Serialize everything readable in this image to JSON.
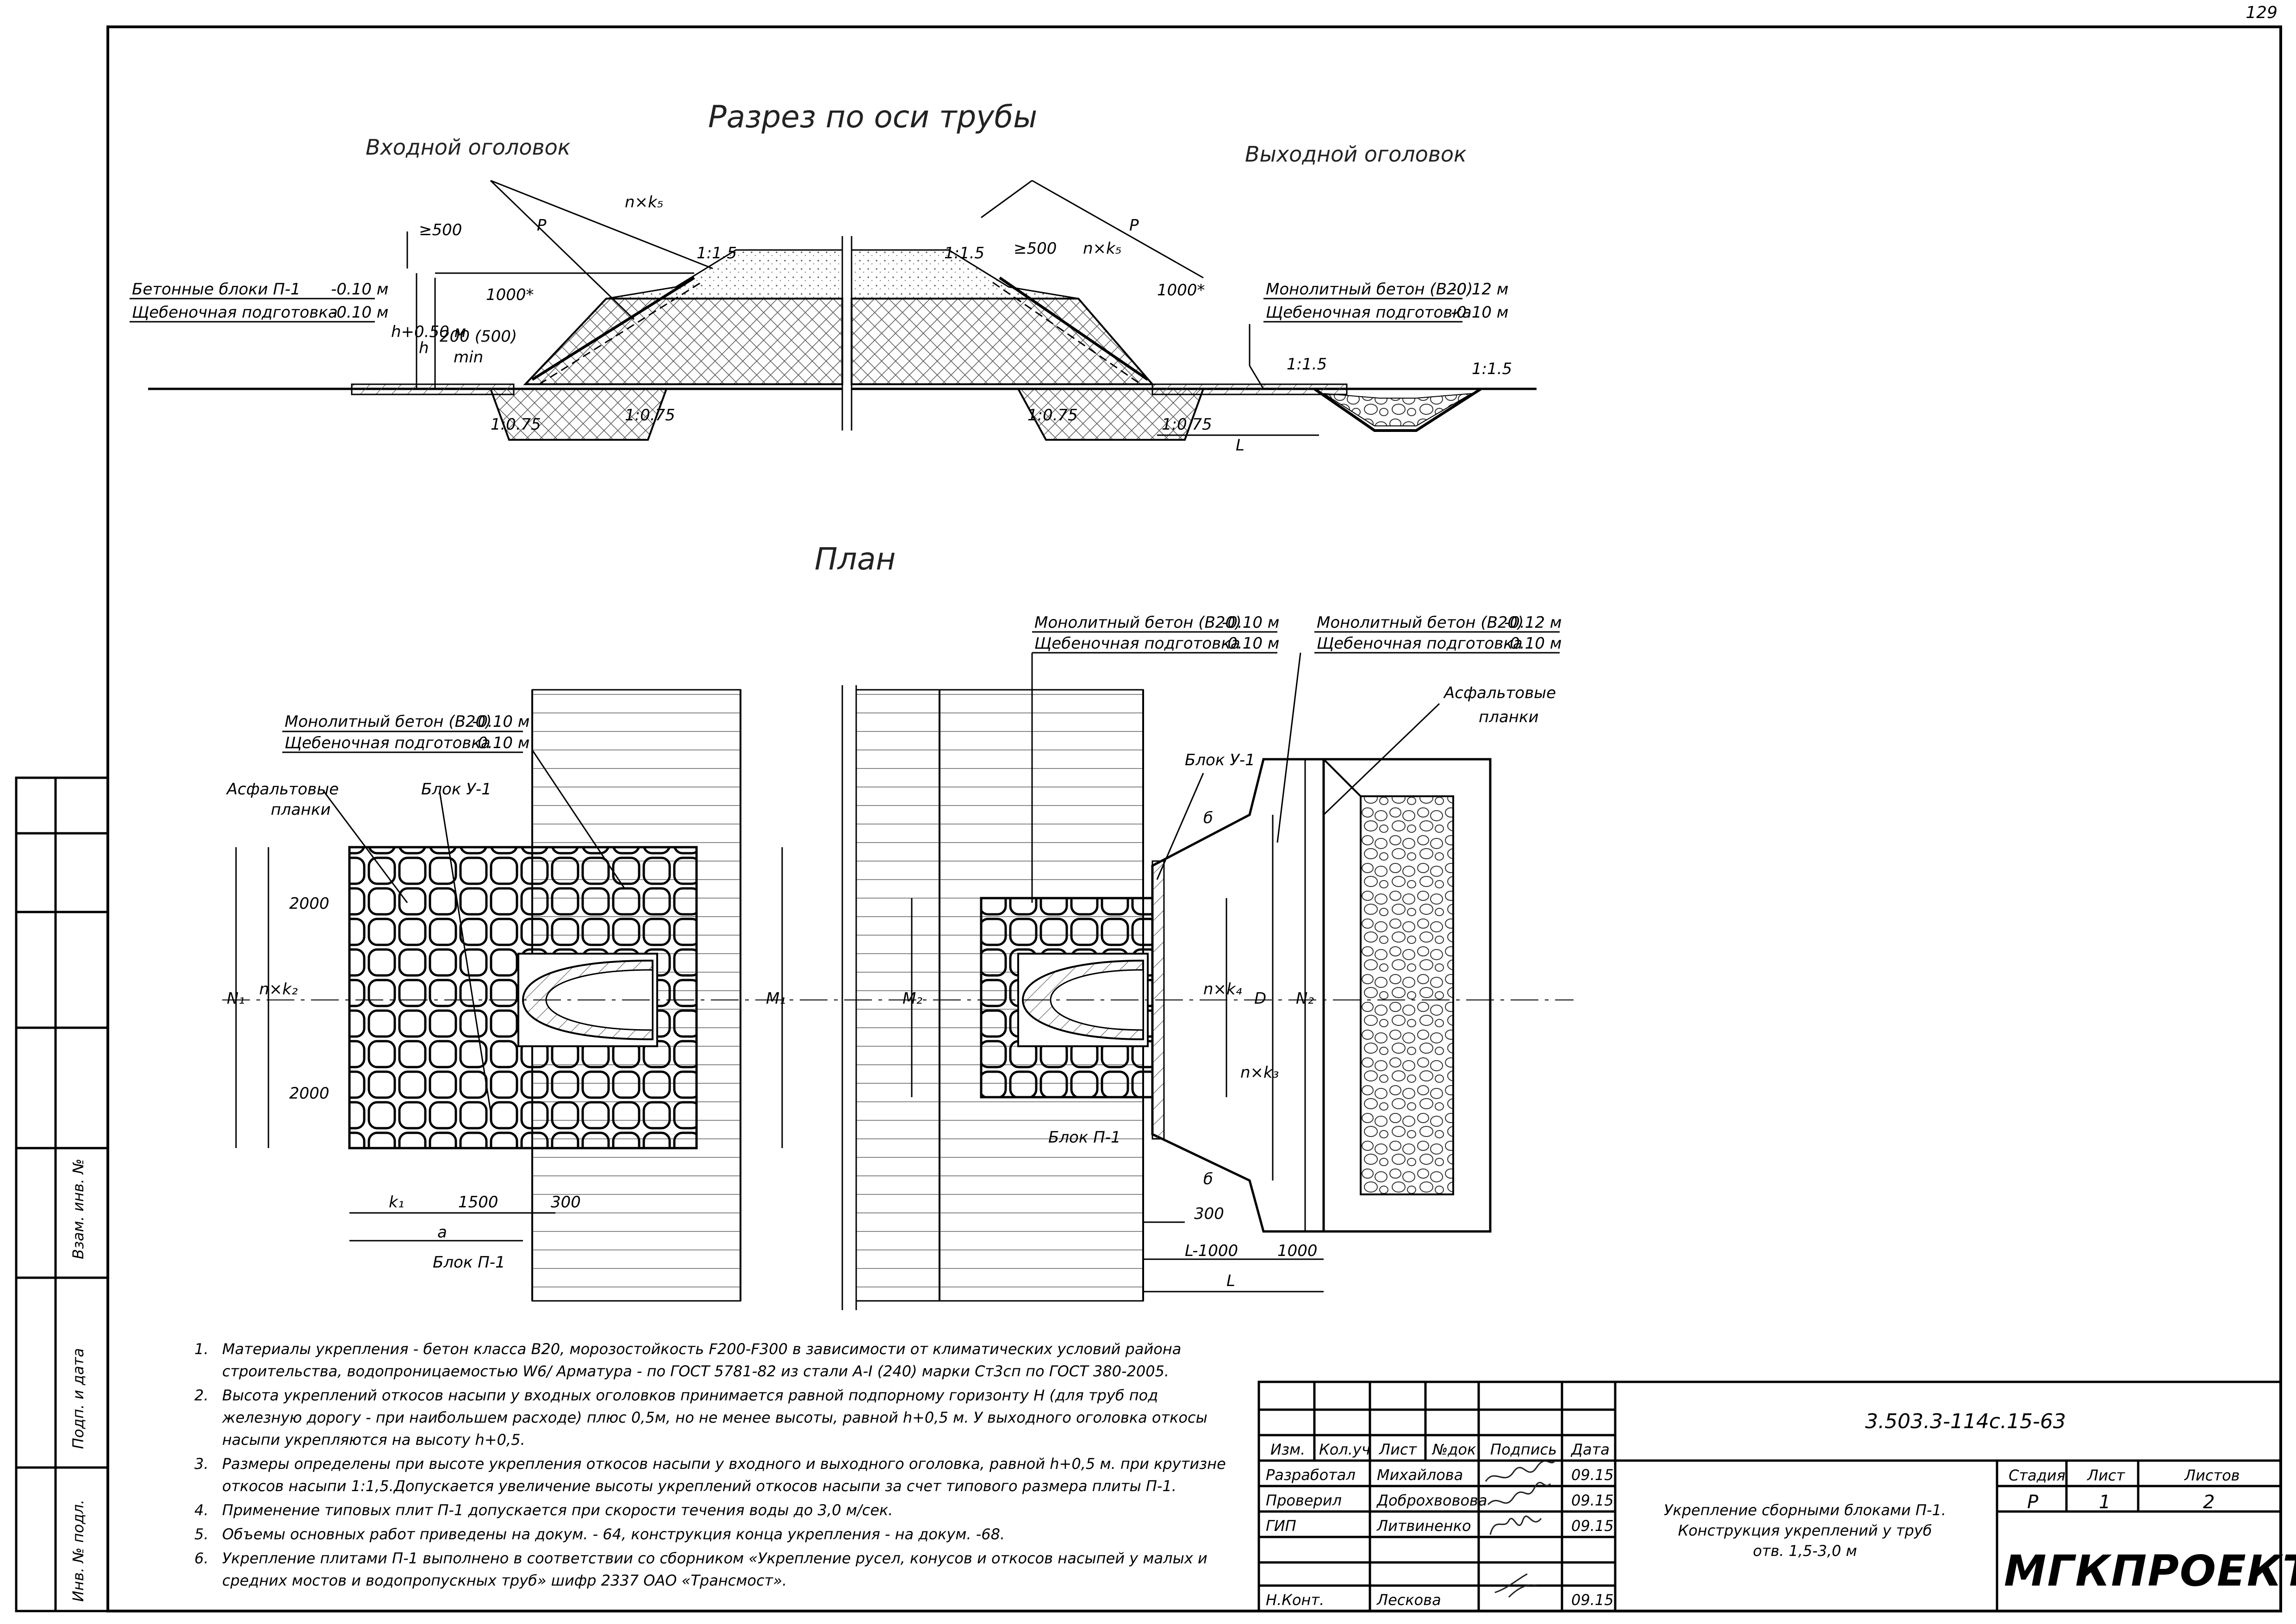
{
  "page_number": "129",
  "section_title": "Разрез по оси трубы",
  "inlet_title": "Входной оголовок",
  "outlet_title": "Выходной оголовок",
  "plan_title": "План",
  "section_labels": {
    "inlet_blocks": "Бетонные блоки П-1",
    "inlet_blocks_val": "-0.10 м",
    "inlet_base": "Щебеночная подготовка",
    "inlet_base_val": "-0.10 м",
    "outlet_concrete": "Монолитный бетон (B20)",
    "outlet_concrete_val": "-0.12 м",
    "outlet_base": "Щебеночная подготовка",
    "outlet_base_val": "-0.10 м",
    "p": "P",
    "nk": "n×k₅",
    "slope": "1:1.5",
    "ge500": "≥500",
    "d1000": "1000*",
    "h": "h",
    "h050": "h+0.50 м",
    "d200": "200 (500)",
    "min": "min",
    "i075": "1:0.75",
    "L": "L"
  },
  "plan_labels": {
    "mono_left": "Монолитный бетон (B20)",
    "mono_left_val": "-0.10 м",
    "base_left": "Щебеночная подготовка",
    "base_left_val": "-0.10 м",
    "mono_mid": "Монолитный бетон (B20)",
    "mono_mid_val": "-0.10 м",
    "base_mid": "Щебеночная подготовка",
    "base_mid_val": "-0.10 м",
    "mono_right": "Монолитный бетон (B20)",
    "mono_right_val": "-0.12 м",
    "base_right": "Щебеночная подготовка",
    "base_right_val": "-0.10 м",
    "asphalt_1": "Асфальтовые",
    "asphalt_2": "планки",
    "block_u1": "Блок У-1",
    "block_p1": "Блок П-1",
    "block_p1b": "Блок П-1",
    "block_u1b": "Блок У-1",
    "asphalt_r1": "Асфальтовые",
    "asphalt_r2": "планки",
    "N1": "N₁",
    "M1": "M₁",
    "M2": "M₂",
    "N2": "N₂",
    "nk2": "n×k₂",
    "nk4": "n×k₄",
    "nk3": "n×k₃",
    "D": "D",
    "d2000a": "2000",
    "d2000b": "2000",
    "k1": "k₁",
    "d1500": "1500",
    "d300": "300",
    "a": "a",
    "d300b": "300",
    "L1000": "L-1000",
    "d1000": "1000",
    "L": "L",
    "b1": "б",
    "b2": "б"
  },
  "notes": [
    {
      "num": "1.",
      "text": "Материалы укрепления - бетон класса В20, морозостойкость F200-F300 в зависимости от климатических условий района строительства, водопроницаемостью W6/ Арматура - по ГОСТ 5781-82 из стали А-I (240) марки Ст3сп по ГОСТ 380-2005."
    },
    {
      "num": "2.",
      "text": "Высота укреплений откосов насыпи у входных оголовков принимается равной подпорному горизонту Н (для труб под железную дорогу - при наибольшем расходе) плюс 0,5м, но не менее высоты, равной h+0,5 м. У выходного оголовка откосы насыпи укрепляются на высоту h+0,5."
    },
    {
      "num": "3.",
      "text": "Размеры определены при высоте укрепления откосов насыпи у входного и выходного оголовка, равной h+0,5 м. при крутизне откосов насыпи 1:1,5.Допускается увеличение высоты укреплений откосов насыпи за счет типового размера плиты П-1."
    },
    {
      "num": "4.",
      "text": "Применение типовых плит П-1 допускается при скорости течения воды до 3,0 м/сек."
    },
    {
      "num": "5.",
      "text": "Объемы основных работ приведены на докум. - 64, конструкция конца укрепления - на докум. -68."
    },
    {
      "num": "6.",
      "text": "Укрепление плитами П-1 выполнено в соответствии со сборником «Укрепление русел, конусов и откосов насыпей у малых и средних мостов и водопропускных труб» шифр 2337 ОАО «Трансмост»."
    }
  ],
  "title_block": {
    "doc_code": "3.503.3-114с.15-63",
    "headers": [
      "Изм.",
      "Кол.уч",
      "Лист",
      "№док",
      "Подпись",
      "Дата"
    ],
    "rows": [
      {
        "role": "Разработал",
        "name": "Михайлова",
        "date": "09.15"
      },
      {
        "role": "Проверил",
        "name": "Доброхвовова",
        "date": "09.15"
      },
      {
        "role": "ГИП",
        "name": "Литвиненко",
        "date": "09.15"
      },
      {
        "role": "Н.Конт.",
        "name": "Лескова",
        "date": "09.15"
      }
    ],
    "description": [
      "Укрепление сборными блоками П-1.",
      "Конструкция укреплений у труб",
      "отв. 1,5-3,0 м"
    ],
    "stage_h": "Стадия",
    "sheet_h": "Лист",
    "sheets_h": "Листов",
    "stage": "Р",
    "sheet": "1",
    "sheets": "2",
    "company": "МГКПРОЕКТ"
  },
  "side_stamp": {
    "vzam": "Взам. инв. №",
    "podp": "Подп. и дата",
    "inv": "Инв. № подл."
  }
}
